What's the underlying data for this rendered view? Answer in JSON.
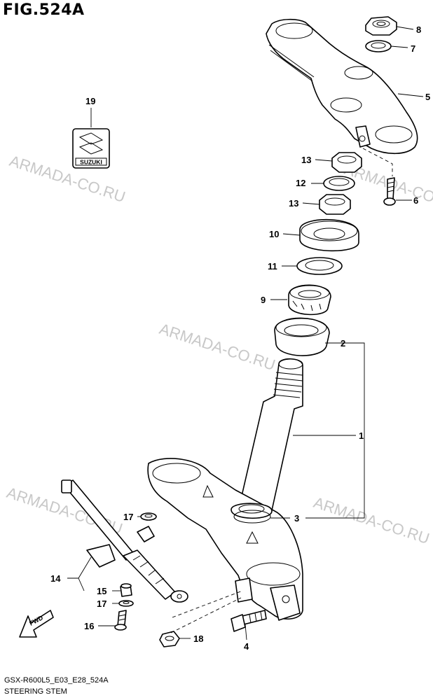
{
  "figure": {
    "title": "FIG.524A",
    "footer_code": "GSX-R600L5_E03_E28_524A",
    "footer_name": "STEERING STEM"
  },
  "watermark": "ARMADA-CO.RU",
  "emblem_text": "SUZUKI",
  "fwd_label": "FWD",
  "callouts": [
    "1",
    "2",
    "3",
    "4",
    "5",
    "6",
    "7",
    "8",
    "9",
    "10",
    "11",
    "12",
    "13",
    "13",
    "14",
    "15",
    "16",
    "17",
    "17",
    "18",
    "19"
  ],
  "colors": {
    "line": "#000000",
    "watermark": "#c8c8c8",
    "background": "#ffffff"
  }
}
